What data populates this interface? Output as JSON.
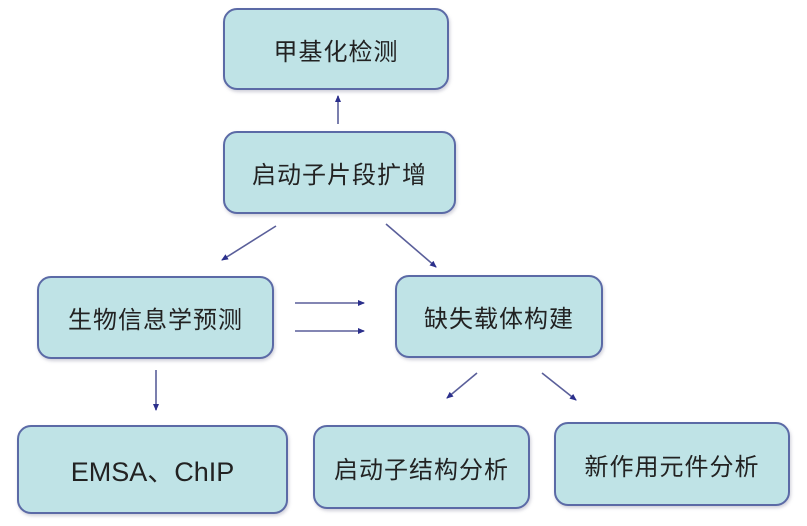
{
  "nodes": {
    "methylation_detection": "甲基化检测",
    "promoter_amplification": "启动子片段扩增",
    "bioinformatics_prediction": "生物信息学预测",
    "deletion_vector_construction": "缺失载体构建",
    "emsa_chip": "EMSA、ChIP",
    "promoter_structure_analysis": "启动子结构分析",
    "new_element_analysis": "新作用元件分析"
  },
  "edges": [
    {
      "from": "promoter_amplification",
      "to": "methylation_detection"
    },
    {
      "from": "promoter_amplification",
      "to": "bioinformatics_prediction"
    },
    {
      "from": "promoter_amplification",
      "to": "deletion_vector_construction"
    },
    {
      "from": "bioinformatics_prediction",
      "to": "deletion_vector_construction",
      "count": 2
    },
    {
      "from": "bioinformatics_prediction",
      "to": "emsa_chip"
    },
    {
      "from": "deletion_vector_construction",
      "to": "promoter_structure_analysis"
    },
    {
      "from": "deletion_vector_construction",
      "to": "new_element_analysis"
    }
  ],
  "colors": {
    "box_fill": "#bfe3e6",
    "box_border": "#5b6aa6",
    "arrow": "#2b2f8c",
    "text": "#222222"
  }
}
